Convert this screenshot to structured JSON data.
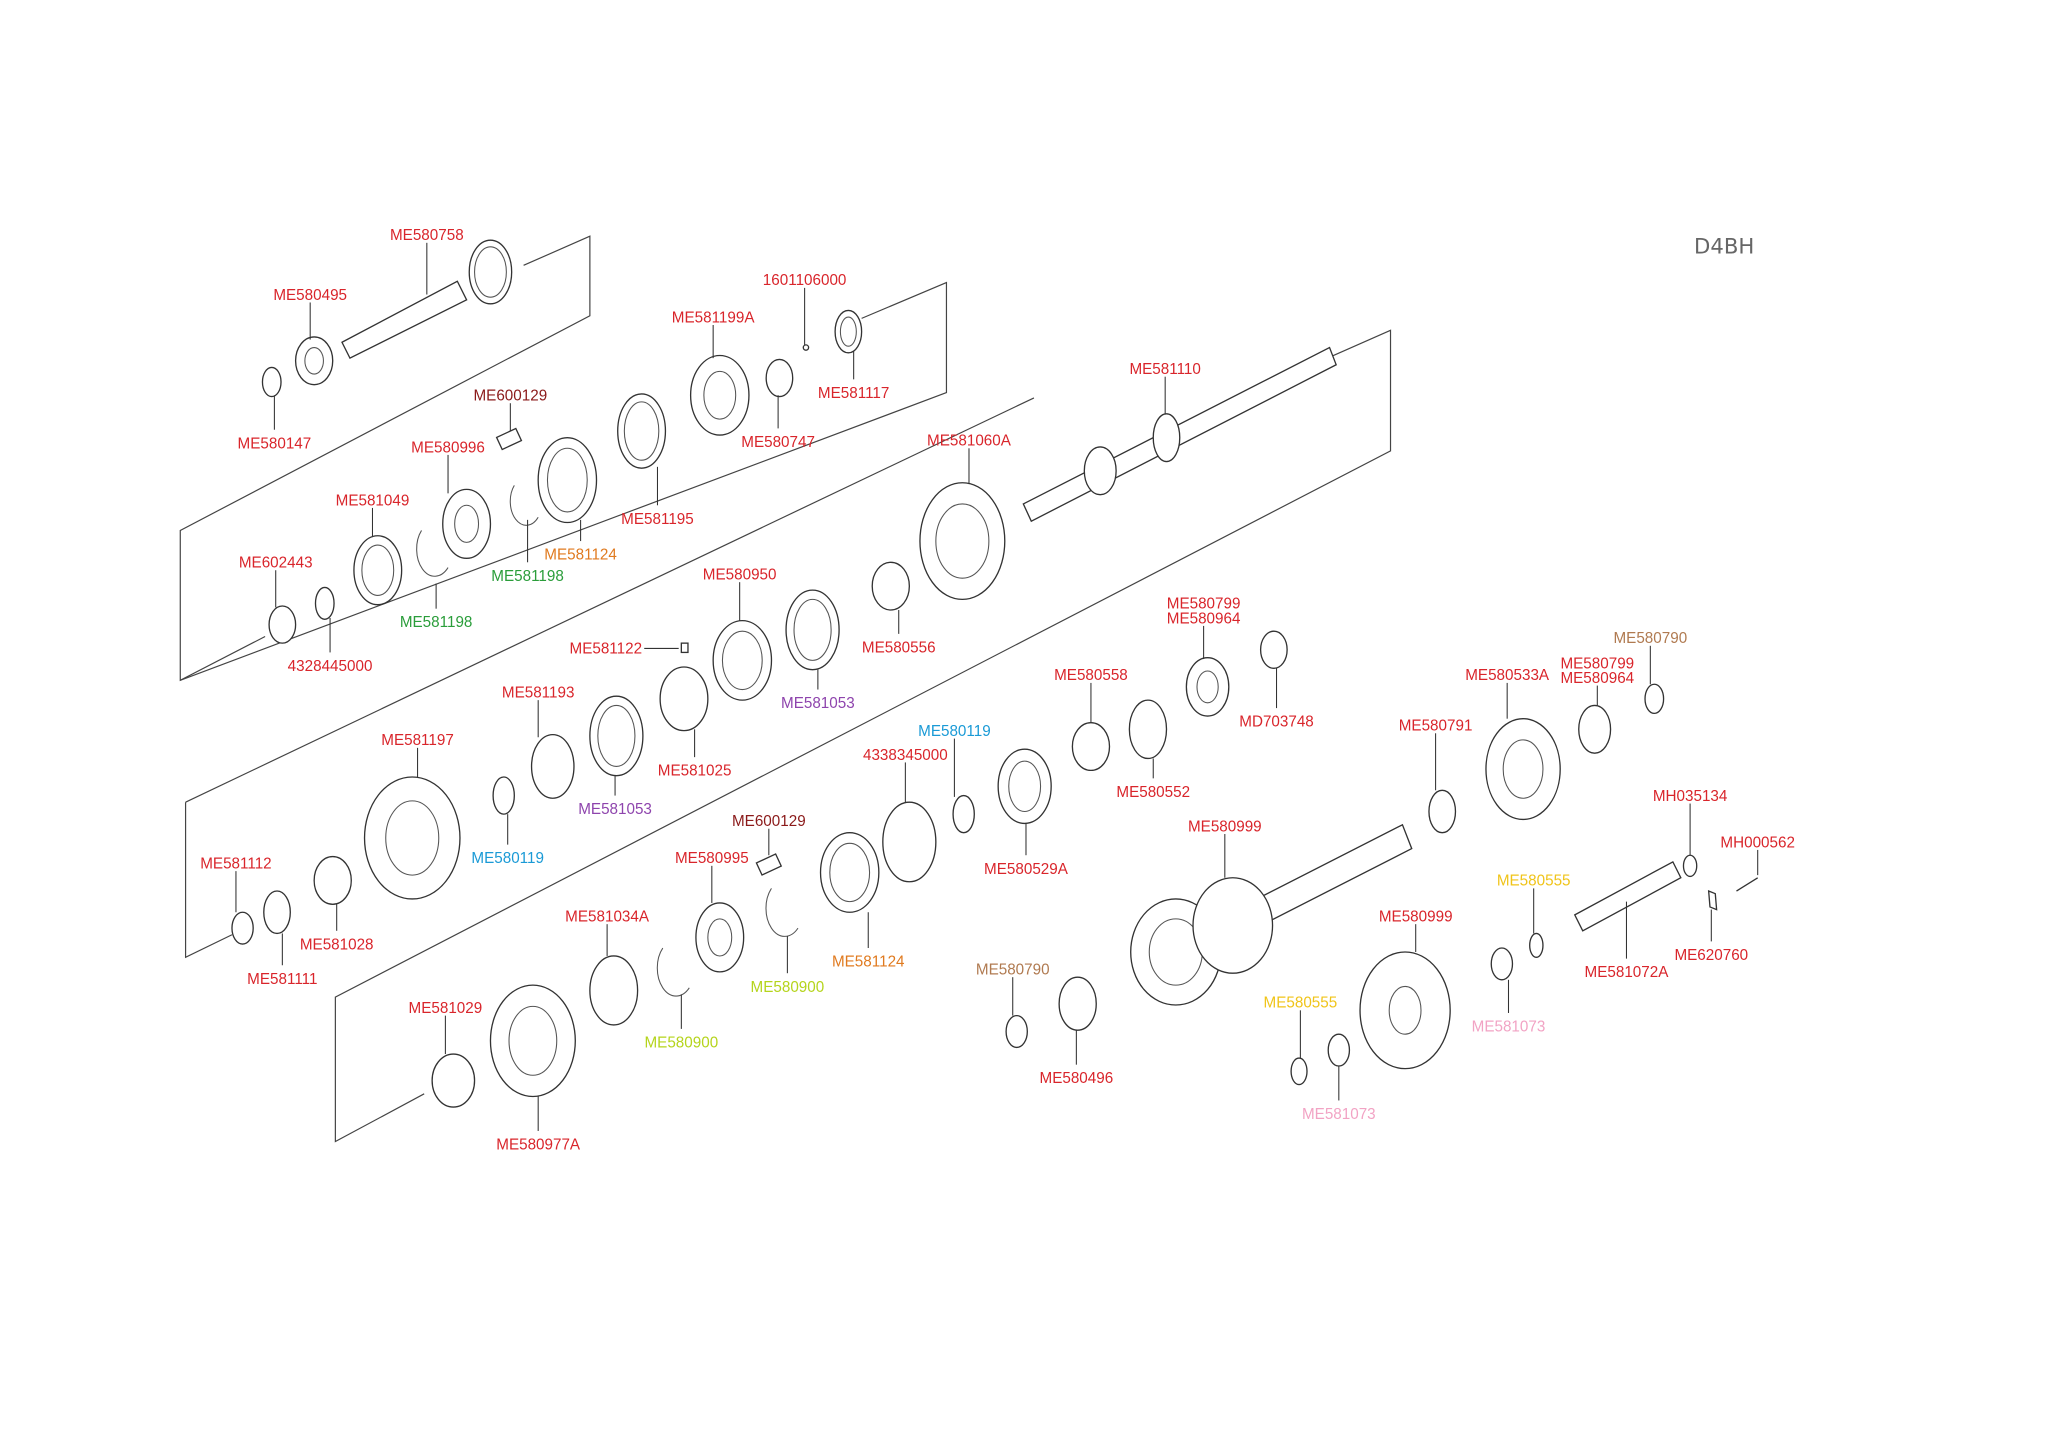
{
  "diagram_code": "D4BH",
  "colors": {
    "red": "#d9252b",
    "darkred": "#8b1a1a",
    "orange": "#e07a1f",
    "green": "#2a9d3a",
    "purple": "#8e44ad",
    "blue": "#1a9ad6",
    "lime": "#b5d41c",
    "yellow": "#f0c419",
    "pink": "#f2a3c4",
    "brown": "#b07a50"
  },
  "labels": [
    "ME580758",
    "ME580495",
    "ME580147",
    "1601106000",
    "ME581199A",
    "ME581117",
    "ME580747",
    "ME600129",
    "ME580996",
    "ME581110",
    "ME581060A",
    "ME581049",
    "ME581124",
    "ME581195",
    "ME581198",
    "ME581198",
    "ME602443",
    "4328445000",
    "ME580950",
    "ME581122",
    "ME580556",
    "ME581053",
    "ME580799",
    "ME580964",
    "MD703748",
    "ME580558",
    "ME581193",
    "ME581025",
    "ME581197",
    "ME580119",
    "4338345000",
    "ME580552",
    "ME580790",
    "ME580533A",
    "ME580799",
    "ME580964",
    "ME580791",
    "ME581053",
    "ME580119",
    "ME580529A",
    "ME581112",
    "ME600129",
    "ME580995",
    "ME580999",
    "MH035134",
    "MH000562",
    "ME580555",
    "ME581028",
    "ME581111",
    "ME581034A",
    "ME580900",
    "ME581124",
    "ME580790",
    "ME580999",
    "ME581072A",
    "ME620760",
    "ME581029",
    "ME580555",
    "ME581073",
    "ME580900",
    "ME580496",
    "ME581073",
    "ME580977A"
  ]
}
